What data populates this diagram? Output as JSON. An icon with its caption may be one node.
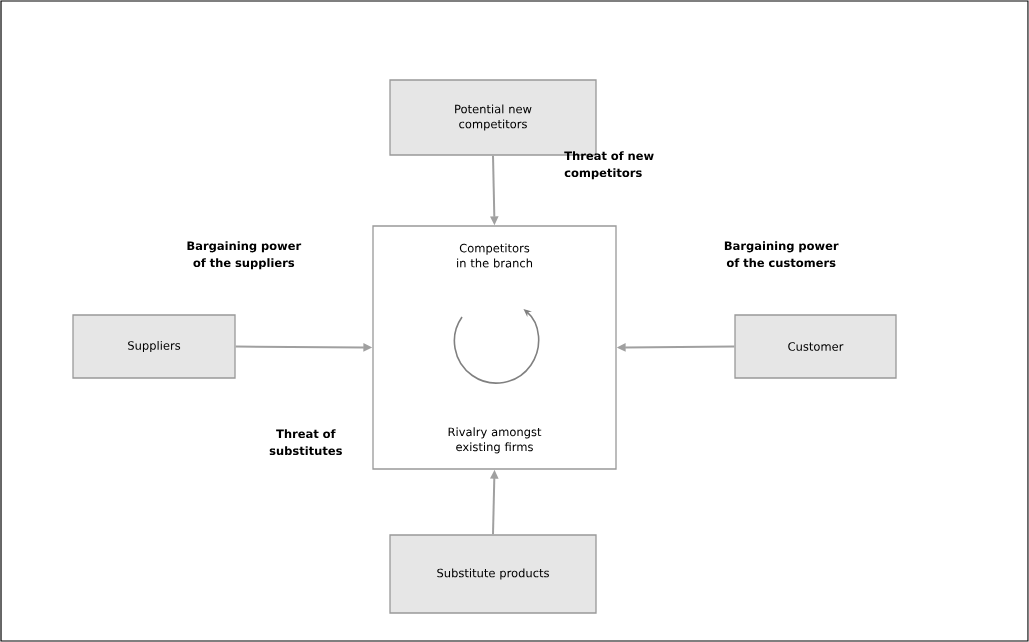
{
  "diagram": {
    "nodes": [
      {
        "text": [
          "Potential new competitors"
        ]
      },
      {
        "text": [
          "Competitors in the branch",
          "Rivalry amongst existing firms"
        ]
      },
      {
        "text": [
          "Suppliers"
        ]
      },
      {
        "text": [
          "Customer"
        ]
      },
      {
        "text": [
          "Substitute products"
        ]
      }
    ],
    "edges": [
      {
        "from": 0,
        "to": 1,
        "arrow": "to"
      },
      {
        "from": 2,
        "to": 1,
        "arrow": "to"
      },
      {
        "from": 3,
        "to": 1,
        "arrow": "to"
      },
      {
        "from": 4,
        "to": 1,
        "arrow": "to"
      }
    ],
    "labels": [
      "Threat of new competitors",
      "Bargaining power of the suppliers",
      "Bargaining power of the customers",
      "Threat of substitutes"
    ]
  }
}
